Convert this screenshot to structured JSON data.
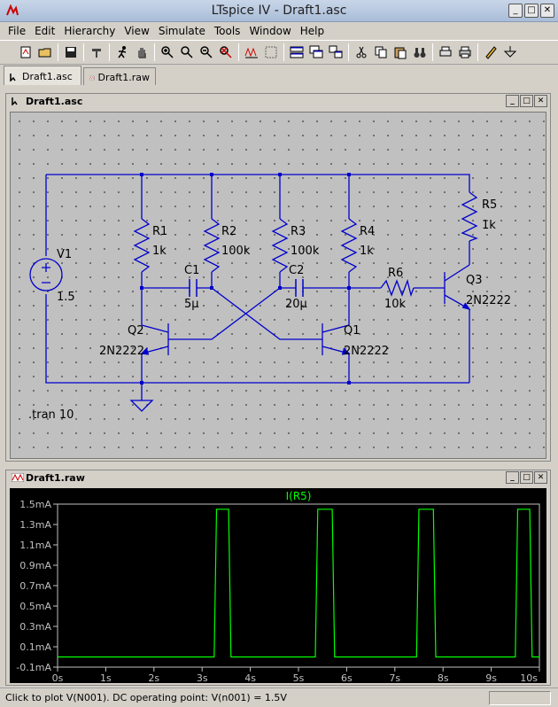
{
  "window": {
    "title": "LTspice IV - Draft1.asc"
  },
  "menu": [
    "File",
    "Edit",
    "Hierarchy",
    "View",
    "Simulate",
    "Tools",
    "Window",
    "Help"
  ],
  "tabs": [
    {
      "label": "Draft1.asc",
      "active": true
    },
    {
      "label": "Draft1.raw",
      "active": false
    }
  ],
  "schematic": {
    "title": "Draft1.asc",
    "directive": ".tran 10",
    "components": {
      "V1": {
        "name": "V1",
        "value": "1.5"
      },
      "R1": {
        "name": "R1",
        "value": "1k"
      },
      "R2": {
        "name": "R2",
        "value": "100k"
      },
      "R3": {
        "name": "R3",
        "value": "100k"
      },
      "R4": {
        "name": "R4",
        "value": "1k"
      },
      "R5": {
        "name": "R5",
        "value": "1k"
      },
      "R6": {
        "name": "R6",
        "value": "10k"
      },
      "C1": {
        "name": "C1",
        "value": "5µ"
      },
      "C2": {
        "name": "C2",
        "value": "20µ"
      },
      "Q1": {
        "name": "Q1",
        "value": "2N2222"
      },
      "Q2": {
        "name": "Q2",
        "value": "2N2222"
      },
      "Q3": {
        "name": "Q3",
        "value": "2N2222"
      }
    },
    "colors": {
      "wire": "#0000cc",
      "background": "#c0c0c0"
    }
  },
  "plot_window": {
    "title": "Draft1.raw"
  },
  "chart_data": {
    "type": "line",
    "title": "",
    "series": [
      {
        "name": "I(R5)",
        "color": "#00ff00",
        "x": [
          0,
          3.25,
          3.3,
          3.55,
          3.6,
          5.35,
          5.4,
          5.7,
          5.75,
          7.45,
          7.5,
          7.8,
          7.85,
          9.5,
          9.55,
          9.8,
          9.85,
          10
        ],
        "y": [
          0.0,
          0.0,
          1.45,
          1.45,
          0.0,
          0.0,
          1.45,
          1.45,
          0.0,
          0.0,
          1.45,
          1.45,
          0.0,
          0.0,
          1.45,
          1.45,
          0.0,
          0.0
        ]
      }
    ],
    "x_ticks": [
      "0s",
      "1s",
      "2s",
      "3s",
      "4s",
      "5s",
      "6s",
      "7s",
      "8s",
      "9s",
      "10s"
    ],
    "y_ticks": [
      "1.5mA",
      "1.3mA",
      "1.1mA",
      "0.9mA",
      "0.7mA",
      "0.5mA",
      "0.3mA",
      "0.1mA",
      "-0.1mA"
    ],
    "xlim": [
      0,
      10
    ],
    "ylim": [
      -0.1,
      1.5
    ],
    "grid": false,
    "colors": {
      "axis": "#c0c0c0",
      "background": "#000000",
      "trace": "#00ff00"
    }
  },
  "status": {
    "text": "Click to plot V(N001).  DC operating point: V(n001) = 1.5V"
  }
}
